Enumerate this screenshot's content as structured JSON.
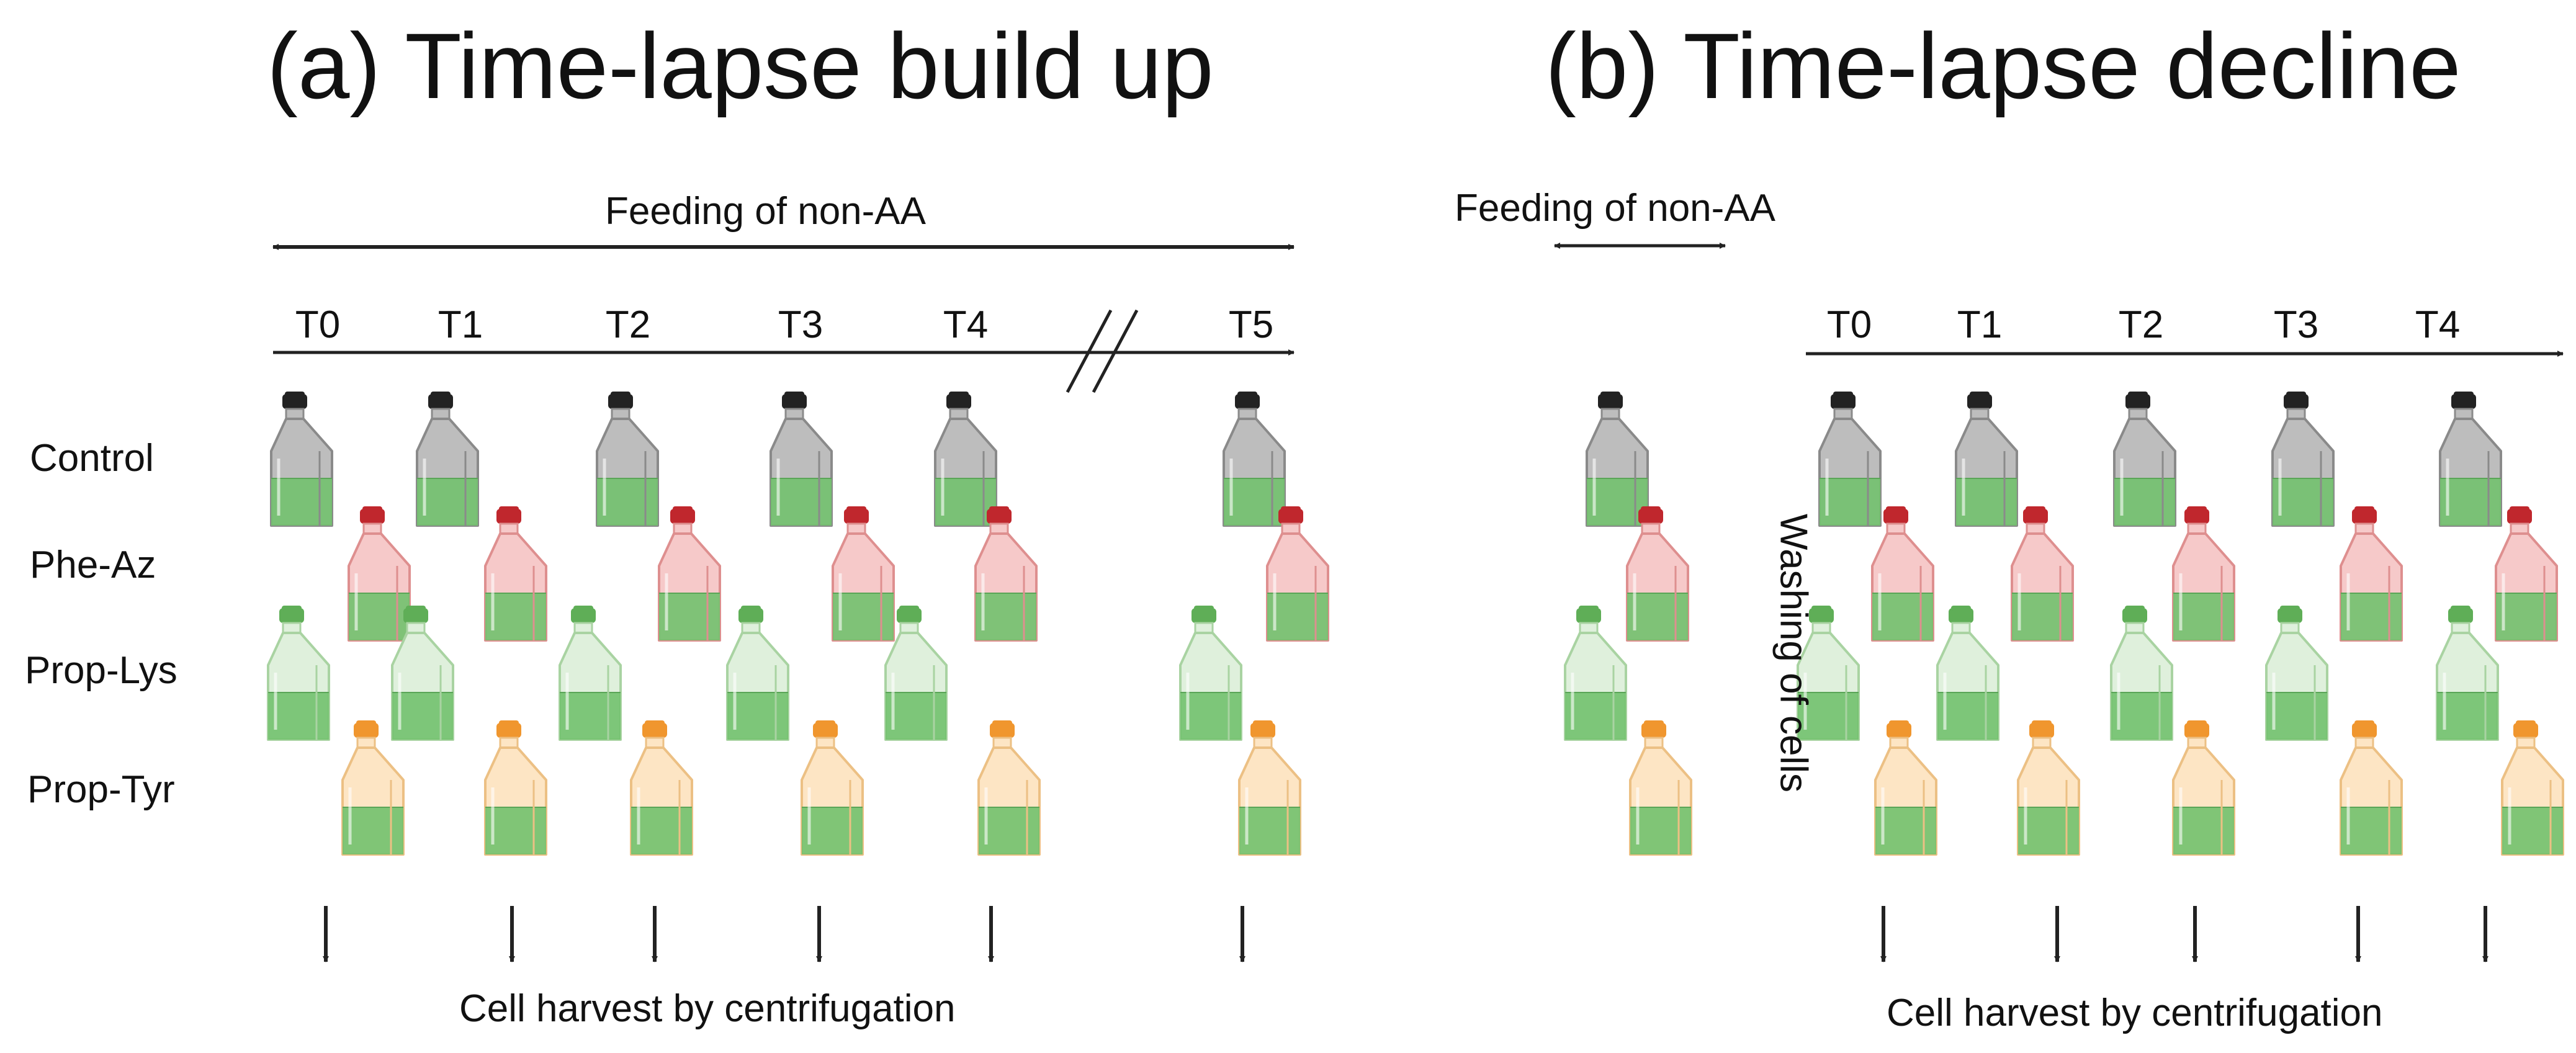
{
  "panel_a": {
    "title": "(a) Time-lapse build up",
    "feeding_label": "Feeding of non-AA",
    "timepoints": [
      "T0",
      "T1",
      "T2",
      "T3",
      "T4",
      "T5"
    ],
    "row_labels": [
      "Control",
      "Phe-Az",
      "Prop-Lys",
      "Prop-Tyr"
    ],
    "harvest_label": "Cell harvest by centrifugation"
  },
  "panel_b": {
    "title": "(b) Time-lapse decline",
    "feeding_label": "Feeding of non-AA",
    "washing_label": "Washing of cells",
    "timepoints": [
      "T0",
      "T1",
      "T2",
      "T3",
      "T4"
    ],
    "harvest_label": "Cell harvest by centrifugation"
  },
  "flask_types": [
    {
      "name": "Control",
      "cap_color": "#222222",
      "body_color": "#bdbdbd",
      "edge_color": "#8a8a8a"
    },
    {
      "name": "Phe-Az",
      "cap_color": "#c0272d",
      "body_color": "#f6c9c9",
      "edge_color": "#de8f8f"
    },
    {
      "name": "Prop-Lys",
      "cap_color": "#5fae57",
      "body_color": "#dff0dc",
      "edge_color": "#a9d3a2"
    },
    {
      "name": "Prop-Tyr",
      "cap_color": "#f0962e",
      "body_color": "#fde5c4",
      "edge_color": "#ecc084"
    }
  ],
  "medium_color": "#72c16e"
}
